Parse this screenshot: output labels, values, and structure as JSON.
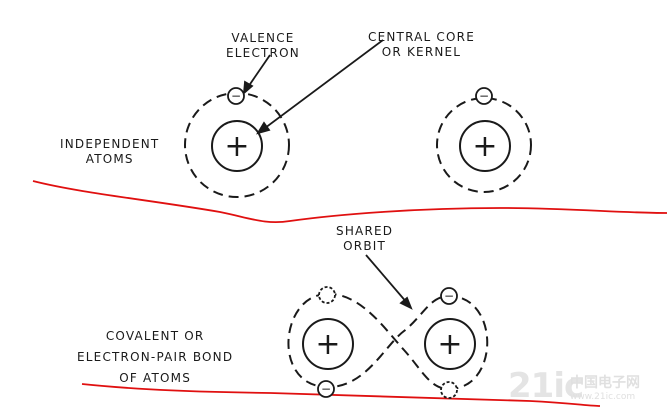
{
  "labels": {
    "valence_electron": [
      "VALENCE",
      "ELECTRON"
    ],
    "central_core": [
      "CENTRAL CORE",
      "OR KERNEL"
    ],
    "independent_atoms": [
      "INDEPENDENT",
      "ATOMS"
    ],
    "shared_orbit": [
      "SHARED",
      "ORBIT"
    ],
    "covalent_bond": [
      "COVALENT OR",
      "ELECTRON-PAIR BOND",
      "OF ATOMS"
    ]
  },
  "symbols": {
    "core": "+",
    "electron": "−"
  },
  "watermark": {
    "logo": "21ic",
    "name": "中国电子网",
    "url": "www.21ic.com"
  },
  "colors": {
    "ink": "#1a1a1a",
    "annotation": "#e01010"
  }
}
